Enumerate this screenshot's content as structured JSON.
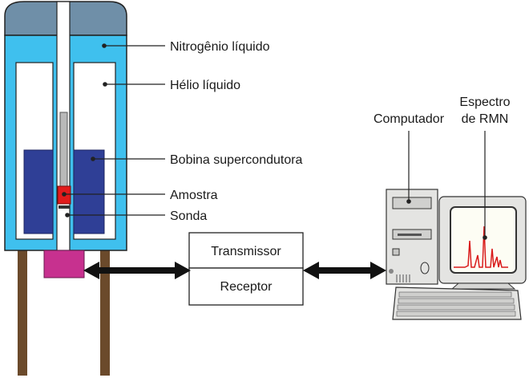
{
  "labels": {
    "liquid_nitrogen": "Nitrogênio líquido",
    "liquid_helium": "Hélio líquido",
    "superconducting_coil": "Bobina supercondutora",
    "sample": "Amostra",
    "probe": "Sonda",
    "transmitter": "Transmissor",
    "receiver": "Receptor",
    "computer": "Computador",
    "spectrum_line1": "Espectro",
    "spectrum_line2": "de RMN"
  },
  "colors": {
    "dewar_top": "#6f8fa8",
    "liquid_nitrogen": "#3fc0ee",
    "coil": "#2f3f96",
    "sample": "#e21b1b",
    "probe_body": "#c7318f",
    "legs": "#6b4a2b",
    "spectrum_peaks": "#d91b1b",
    "monitor_screen_bg": "#fdfdf4"
  }
}
